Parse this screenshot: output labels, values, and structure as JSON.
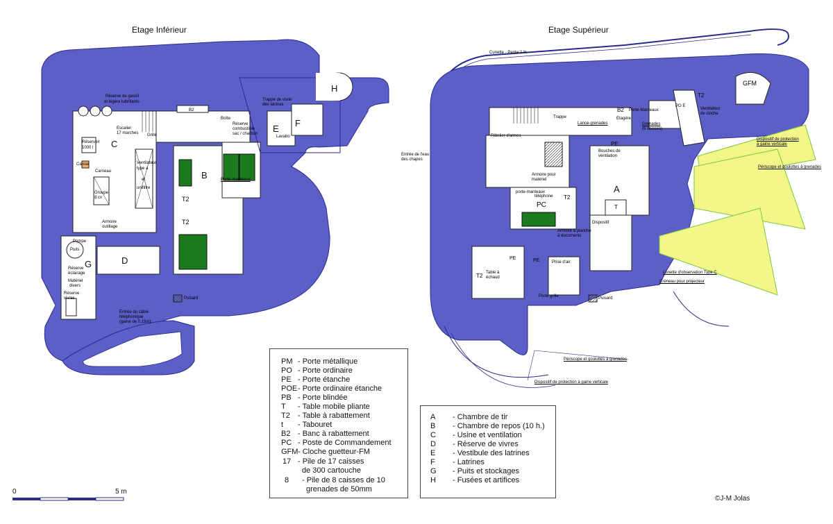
{
  "titles": {
    "lower": "Etage Inférieur",
    "upper": "Etage Supérieur"
  },
  "colors": {
    "concrete": "#5b5fc7",
    "room": "#ffffff",
    "bed": "#1e7a1e",
    "field_of_fire": "#f3f78a",
    "line": "#2a2a8a"
  },
  "lower_labels": {
    "reserve_gasoil": "Réserve de gasoil",
    "et_legere": "et légère lubrifiants",
    "b2_top": "B2",
    "escalier": "Escalier",
    "marches": "17 marches",
    "grille": "Grille",
    "boite": "Boîte",
    "reserve_combustible": "Réserve",
    "combustible_line": "combustible",
    "sac_charbon": "sac / charbon",
    "trappe": "Trappe de visite",
    "latrines_txt": "des latrines",
    "lavabo": "Lavabo",
    "reservoir": "Réservoir",
    "reservoir_cap": "1000 l",
    "caisse": "Caisse",
    "carneau": "Carneau",
    "groupe": "Groupe",
    "groupe_kw": "8 cv",
    "ventilateur": "Ventilateur",
    "type": "type a",
    "et": "et",
    "unifiltre": "unifiltre",
    "porte_manteaux": "Porte-manteaux",
    "armoire": "Armoire",
    "outillage": "outillage",
    "pompe": "Pompe",
    "puits": "Puits",
    "reserve_eclairage": "Réserve",
    "eclairage": "éclairage",
    "materiel": "Matériel",
    "divers": "divers",
    "reserve_vivres": "Réserve",
    "vivres": "vivres",
    "puisard": "Puisard",
    "entree_cable": "Entrée du câble",
    "telephonique": "téléphonique",
    "gaine": "(gaine de 0,15m)",
    "t2_a": "T2",
    "t2_b": "T2"
  },
  "lower_letters": {
    "C": "C",
    "B": "B",
    "D": "D",
    "G": "G",
    "E": "E",
    "F": "F",
    "H": "H"
  },
  "upper_labels": {
    "cunette": "Cunette - Pente 2 %",
    "gfm": "GFM",
    "t2_top": "T2",
    "po_e": "PO E",
    "ventilateur_cloche": "Ventilateur",
    "de_cloche": "de cloche",
    "b2": "B2",
    "porte_manteaux": "Porte-Manteaux",
    "trappe": "Trappe",
    "lance_grenades": "Lance-grenades",
    "etagere": "Etagère",
    "grenades": "Grenades",
    "caisses": "(6 caisses)",
    "ratelier": "Râtelier d'armes",
    "entree_eau": "Entrée de l'eau",
    "des_chapes": "des chapes",
    "bouches": "Bouches de",
    "ventilation": "ventilation",
    "pe_top": "PE",
    "dispositif_top": "Dispositif de protection",
    "a_gaine": "à gaine verticale",
    "periscope_right": "Périscope et goulottes à grenades",
    "armoire_materiel": "Armoire pour",
    "materiel": "matériel",
    "porte_manteaux_pc": "porte-manteaux",
    "telephone": "téléphone",
    "pc": "PC",
    "t2_pc": "T2",
    "a_letter": "A",
    "t_box": "T",
    "dispositif_left": "Dispositif",
    "armoire_doc": "Armoire à planche",
    "a_documents": "à documents",
    "pe_a": "PE",
    "pe_b": "PE",
    "prise_air": "Prise d'air",
    "table_echaud": "Table à",
    "echaud": "échaud",
    "t2_low": "T2",
    "lunette": "Lunette d'observation Type C",
    "creneau": "Créneau pour projecteur",
    "porte_grille": "Porte grille",
    "puisard": "Puisard",
    "periscope_bottom": "Périscope et goulottes à grenades",
    "dispositif_bottom": "Dispositif de protection à gaine verticale"
  },
  "legend_left": [
    {
      "code": "PM",
      "desc": "- Porte métallique"
    },
    {
      "code": "PO",
      "desc": "- Porte ordinaire"
    },
    {
      "code": "PE",
      "desc": "- Porte étanche"
    },
    {
      "code": "POE",
      "desc": "- Porte ordinaire étanche"
    },
    {
      "code": "PB",
      "desc": "- Porte blindée"
    },
    {
      "code": "T",
      "desc": "- Table mobile pliante"
    },
    {
      "code": "T2",
      "desc": "- Table à rabattement"
    },
    {
      "code": "t",
      "desc": "- Tabouret"
    },
    {
      "code": "B2",
      "desc": "- Banc à rabattement"
    },
    {
      "code": "PC",
      "desc": "- Poste de Commandement"
    },
    {
      "code": "GFM",
      "desc": "- Cloche guetteur-FM"
    },
    {
      "code": "17",
      "desc": "- Pile de 17 caisses"
    },
    {
      "code": "",
      "desc": "de 300 cartouche"
    },
    {
      "code": "8",
      "desc": "- Pile de 8 caisses de 10"
    },
    {
      "code": "",
      "desc": "grenades de 50mm"
    }
  ],
  "legend_right": [
    {
      "code": "A",
      "desc": "- Chambre de tir"
    },
    {
      "code": "B",
      "desc": "- Chambre de repos (10 h.)"
    },
    {
      "code": "C",
      "desc": "- Usine et ventilation"
    },
    {
      "code": "D",
      "desc": "- Réserve de vivres"
    },
    {
      "code": "E",
      "desc": "- Vestibule des latrines"
    },
    {
      "code": "F",
      "desc": "- Latrines"
    },
    {
      "code": "G",
      "desc": "- Puits et stockages"
    },
    {
      "code": "H",
      "desc": "- Fusées et artifices"
    }
  ],
  "scale": {
    "zero": "0",
    "five": "5 m"
  },
  "credit": "©J-M Jolas"
}
